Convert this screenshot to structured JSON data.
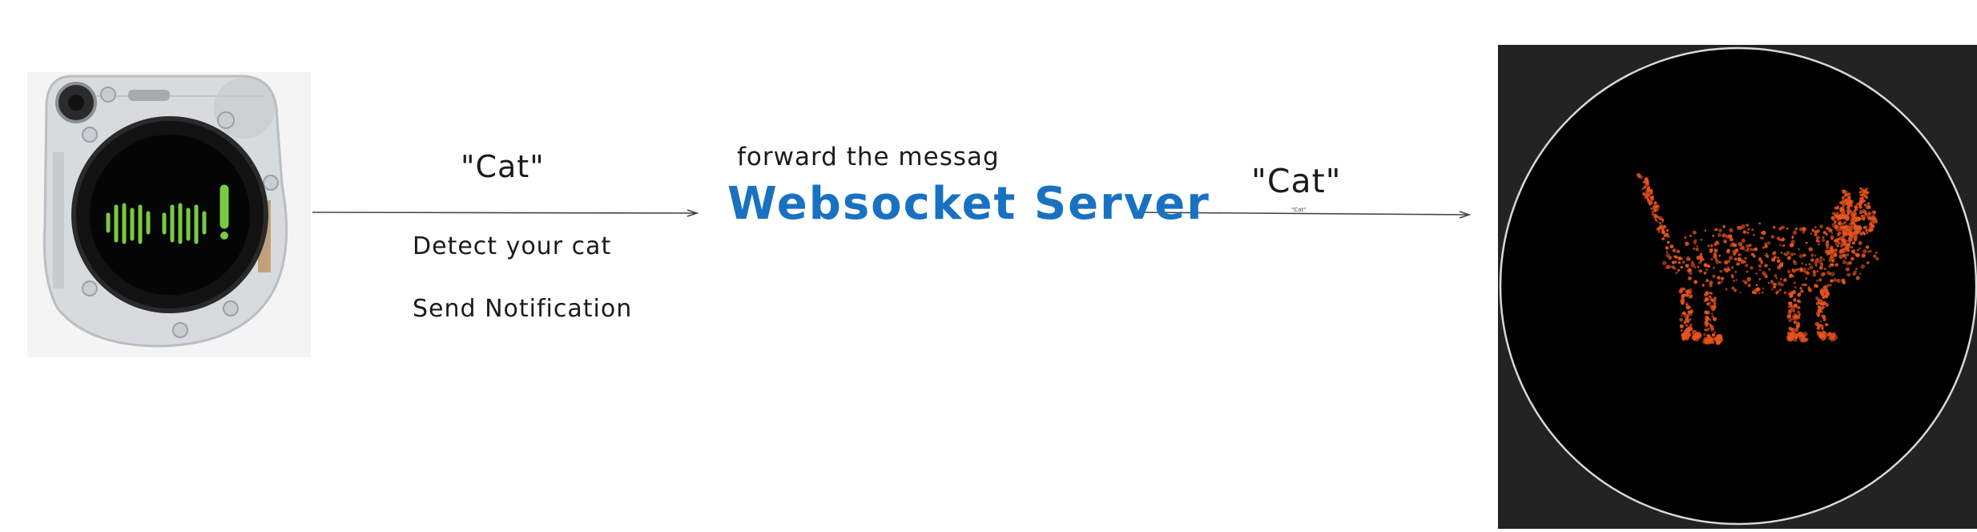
{
  "edges": {
    "device_to_server": {
      "label": "\"Cat\"",
      "notes": [
        "Detect your cat",
        "Send Notification"
      ]
    },
    "server_to_display": {
      "label": "\"Cat\"",
      "small_label": "\"Cat\""
    }
  },
  "server": {
    "caption": "forward the messag",
    "title": "Websocket Server"
  },
  "device": {
    "screen_icon": "eyes-exclamation-icon",
    "screen_color": "#7ac943"
  },
  "display": {
    "image_icon": "point-cloud-cat-icon",
    "cat_color": "#e8541e"
  },
  "colors": {
    "server_text": "#1971c2",
    "arrow": "#444444"
  }
}
